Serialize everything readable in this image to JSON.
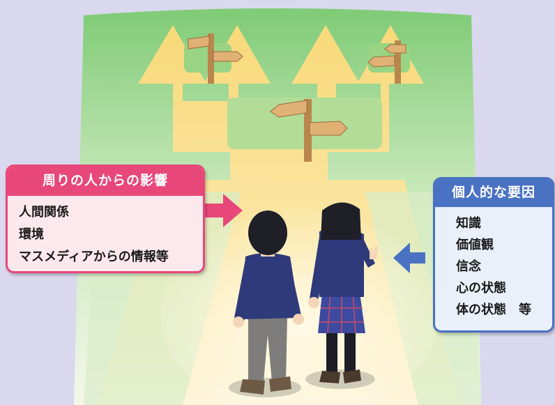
{
  "influence_box": {
    "title": "周りの人からの影響",
    "items": [
      "人間関係",
      "環境",
      "マスメディアからの情報等"
    ]
  },
  "personal_box": {
    "title": "個人的な要因",
    "items": [
      "知識",
      "価値観",
      "信念",
      "心の状態",
      "体の状態　等"
    ]
  },
  "colors": {
    "influence_accent": "#e8477a",
    "personal_accent": "#4a72c2",
    "path_yellow": "#f7d77a",
    "background_green": "#8fcf7e"
  }
}
